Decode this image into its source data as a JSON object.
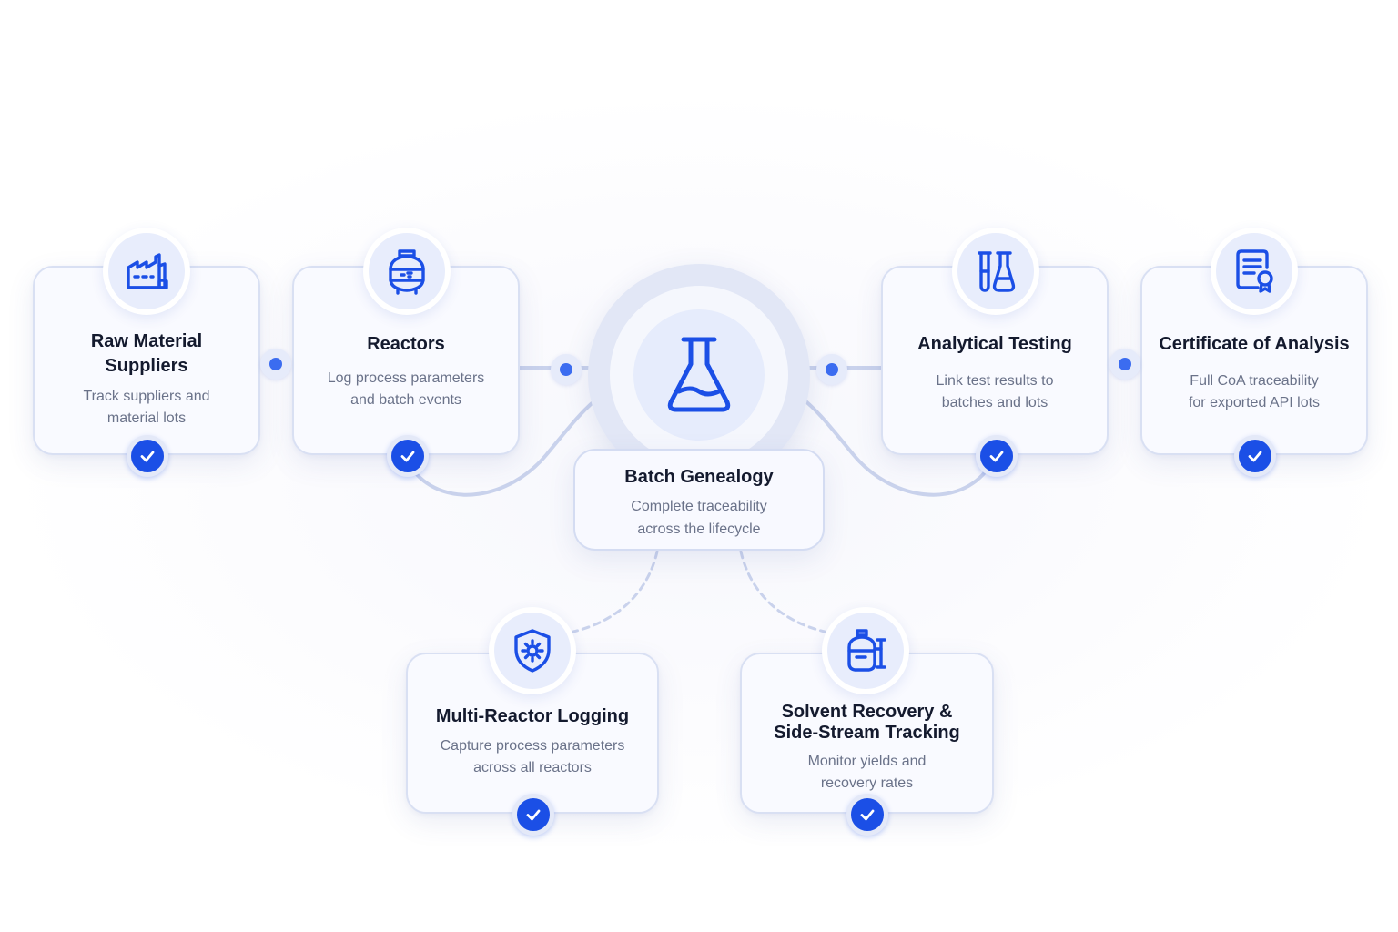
{
  "colors": {
    "accent": "#1b4fe6",
    "card_border": "#d9e0f3",
    "icon_bg": "#e8edfc",
    "title_text": "#141a2e",
    "description_text": "#6a7289"
  },
  "hub": {
    "icon": "flask-icon",
    "title": "Batch Genealogy",
    "description_line1": "Complete traceability",
    "description_line2": "across the lifecycle"
  },
  "stages": [
    {
      "icon": "factory-icon",
      "title_line1": "Raw Material",
      "title_line2": "Suppliers",
      "description_line1": "Track suppliers and",
      "description_line2": "material lots",
      "completed": true
    },
    {
      "icon": "reactor-vessel-icon",
      "title_line1": "Reactors",
      "description_line1": "Log process parameters",
      "description_line2": "and batch events",
      "completed": true
    },
    {
      "icon": "test-tubes-icon",
      "title_line1": "Analytical Testing",
      "description_line1": "Link test results to",
      "description_line2": "batches and lots",
      "completed": true
    },
    {
      "icon": "certificate-document-icon",
      "title_line1": "Certificate of Analysis",
      "description_line1": "Full CoA traceability",
      "description_line2": "for exported API lots",
      "completed": true
    },
    {
      "icon": "shield-gear-icon",
      "title_line1": "Multi-Reactor Logging",
      "description_line1": "Capture process parameters",
      "description_line2": "across all reactors",
      "completed": true
    },
    {
      "icon": "solvent-tank-icon",
      "title_line1": "Solvent Recovery &",
      "title_line2": "Side-Stream Tracking",
      "description_line1": "Monitor yields and",
      "description_line2": "recovery rates",
      "completed": true
    }
  ]
}
